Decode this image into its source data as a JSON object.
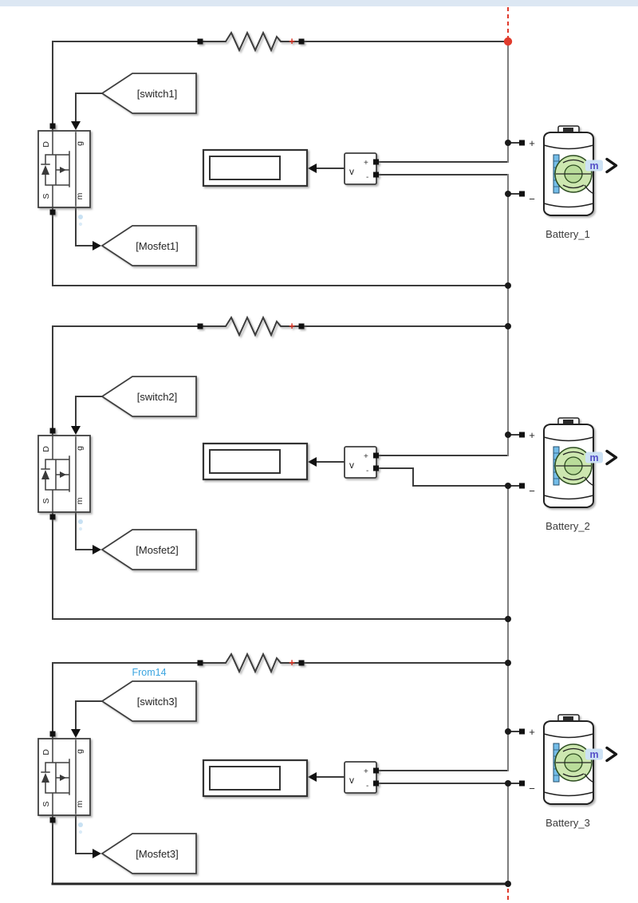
{
  "colors": {
    "wire": "#3c3c3c",
    "bus": "#7d7d7d",
    "red_accent": "#d93425",
    "from_label_blue": "#3aa4e0",
    "port_label_purple": "#5550c8",
    "battery_green": "#cde7b0",
    "battery_blue": "#74bde8"
  },
  "resistor": {
    "plus_label": "+"
  },
  "mosfet_block": {
    "port_d": "D",
    "port_g": "g",
    "port_s": "S",
    "port_m": "m"
  },
  "voltage_sensor": {
    "label": "v",
    "plus": "+",
    "minus": "-"
  },
  "annotations": {
    "from_label": "From14"
  },
  "sections": [
    {
      "switch_tag": "[switch1]",
      "mosfet_tag": "[Mosfet1]",
      "battery": {
        "name": "Battery_1",
        "port_label": "m",
        "plus": "+",
        "minus": "−"
      }
    },
    {
      "switch_tag": "[switch2]",
      "mosfet_tag": "[Mosfet2]",
      "battery": {
        "name": "Battery_2",
        "port_label": "m",
        "plus": "+",
        "minus": "−"
      }
    },
    {
      "switch_tag": "[switch3]",
      "mosfet_tag": "[Mosfet3]",
      "battery": {
        "name": "Battery_3",
        "port_label": "m",
        "plus": "+",
        "minus": "−"
      }
    }
  ]
}
